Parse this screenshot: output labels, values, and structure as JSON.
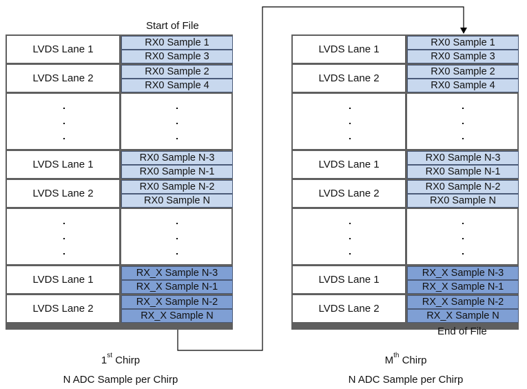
{
  "header": {
    "start_of_file": "Start of File"
  },
  "footer": {
    "end_of_file": "End of File"
  },
  "lane_labels": [
    "LVDS Lane 1",
    "LVDS Lane 2",
    "LVDS Lane 1",
    "LVDS Lane 2",
    "LVDS Lane 1",
    "LVDS Lane 2"
  ],
  "samples": [
    "RX0 Sample 1",
    "RX0 Sample 3",
    "RX0 Sample 2",
    "RX0 Sample 4",
    "RX0 Sample N-3",
    "RX0 Sample N-1",
    "RX0 Sample N-2",
    "RX0 Sample N",
    "RX_X Sample N-3",
    "RX_X Sample N-1",
    "RX_X Sample N-2",
    "RX_X Sample N"
  ],
  "colors": {
    "light_fill": "#c8d8ee",
    "dark_fill": "#7f9fd4",
    "grid": "#5f5f5f"
  },
  "captions": {
    "left": {
      "prefix": "1",
      "sup": "st",
      "suffix": " Chirp",
      "line2": "N ADC Sample per Chirp"
    },
    "right": {
      "prefix": "M",
      "sup": "th",
      "suffix": " Chirp",
      "line2": "N ADC Sample per Chirp"
    }
  },
  "dot_symbol": "."
}
